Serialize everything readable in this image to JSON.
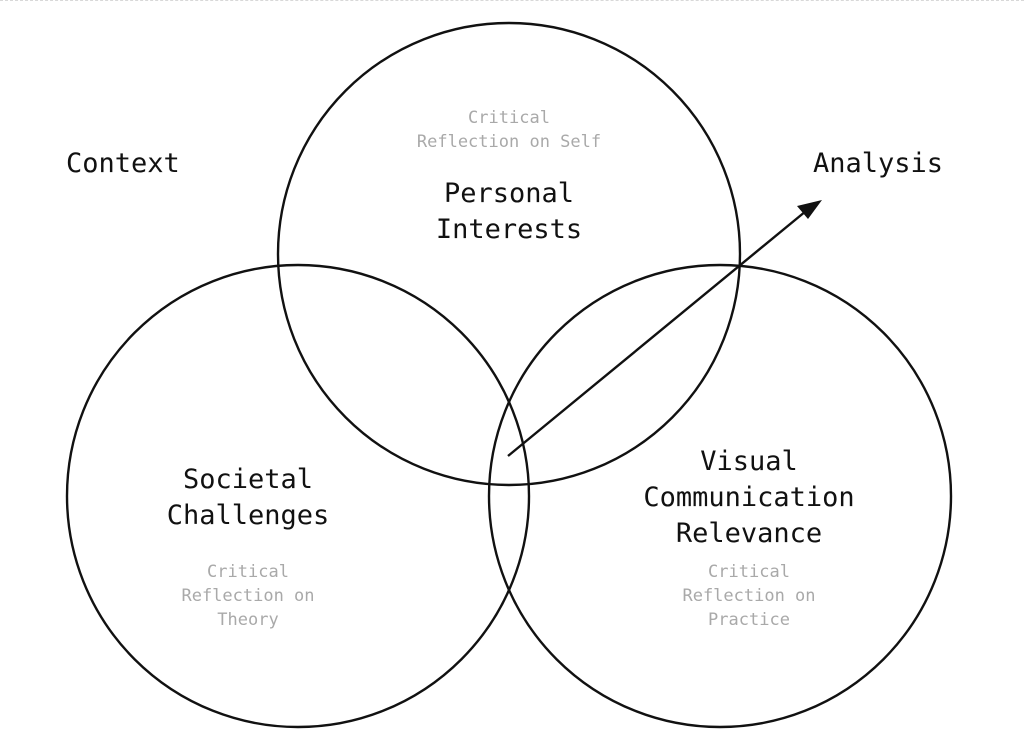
{
  "corner_labels": {
    "context": "Context",
    "analysis": "Analysis"
  },
  "circles": {
    "personal": {
      "title": "Personal\nInterests",
      "reflection": "Critical\nReflection on Self"
    },
    "societal": {
      "title": "Societal\nChallenges",
      "reflection": "Critical\nReflection on\nTheory"
    },
    "visual": {
      "title": "Visual\nCommunication\nRelevance",
      "reflection": "Critical\nReflection on\nPractice"
    }
  },
  "colors": {
    "stroke": "#111111",
    "main_text": "#111111",
    "reflection_text": "#a9a9a9"
  }
}
